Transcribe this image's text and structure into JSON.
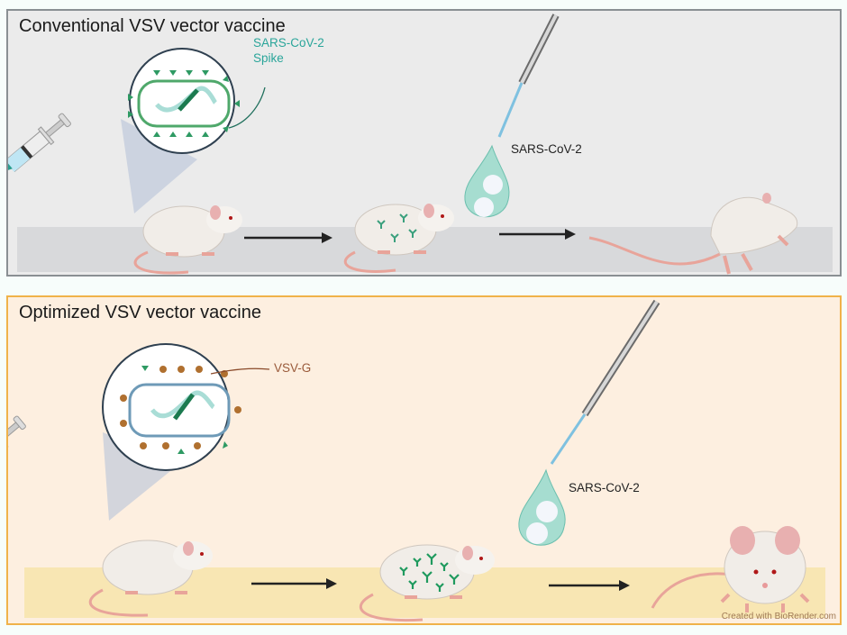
{
  "panels": [
    {
      "id": "conventional",
      "title": "Conventional VSV vector vaccine",
      "antigen_label": "SARS-CoV-2\nSpike",
      "antigen_label_lines": [
        "SARS-CoV-2",
        "Spike"
      ],
      "challenge_label": "SARS-CoV-2",
      "outcome": "mouse running / infected",
      "colors": {
        "background": "#ebebeb",
        "border": "#8a8f93",
        "floor": "#d8d9db",
        "label": "#2aa59a"
      }
    },
    {
      "id": "optimized",
      "title": "Optimized VSV vector vaccine",
      "antigen_label": "VSV-G",
      "challenge_label": "SARS-CoV-2",
      "outcome": "mouse healthy / protected",
      "colors": {
        "background": "#fdefe0",
        "border": "#f0b24a",
        "floor": "#f8e6b3",
        "label": "#9a5a3a"
      }
    }
  ],
  "credit": "Created with BioRender.com",
  "icons": {
    "syringe": "syringe-icon",
    "virus": "vsv-particle-icon",
    "pipette": "pipette-icon",
    "droplet": "virus-droplet-icon",
    "mouse": "mouse-icon",
    "arrow": "arrow-right-icon",
    "antibody": "antibody-icon"
  }
}
